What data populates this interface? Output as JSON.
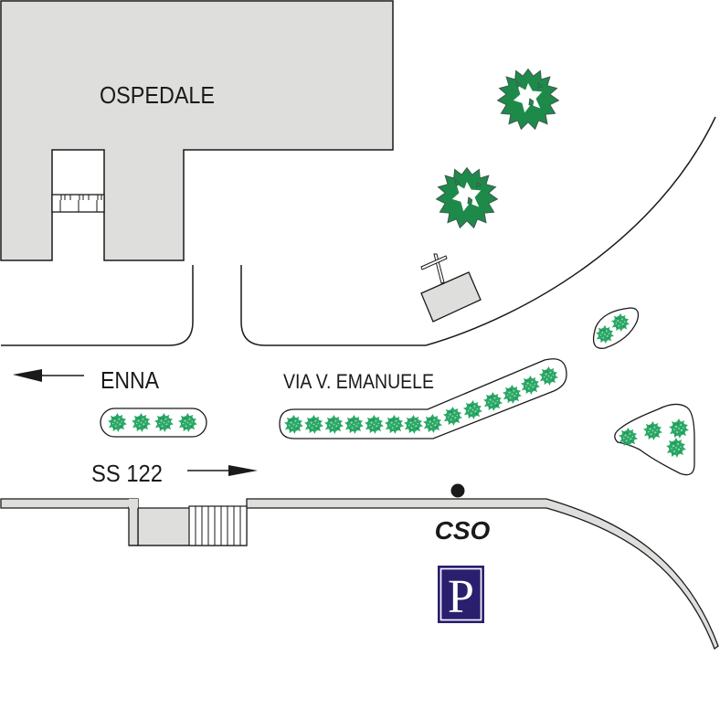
{
  "map": {
    "colors": {
      "building_fill": "#dededc",
      "outline": "#1a1a1a",
      "tree_dark": "#1e8a4a",
      "tree_edge": "#3b5e4e",
      "shrub": "#2aa866",
      "parking_bg": "#2a1f6e",
      "parking_fg": "#ffffff"
    },
    "labels": {
      "hospital": "OSPEDALE",
      "direction_left": "ENNA",
      "street_name": "VIA V. EMANUELE",
      "road_number": "SS 122",
      "point_label": "CSO",
      "parking_symbol": "P"
    },
    "features": [
      {
        "name": "hospital-building",
        "label": "OSPEDALE"
      },
      {
        "name": "church",
        "icon": "cross-icon"
      },
      {
        "name": "trees",
        "count": 2
      },
      {
        "name": "median-enna",
        "shrubs": 4
      },
      {
        "name": "median-via-emanuele",
        "shrubs": 14
      },
      {
        "name": "island-small",
        "shrubs": 2
      },
      {
        "name": "island-triangle",
        "shrubs": 4
      },
      {
        "name": "cso-marker",
        "label": "CSO"
      },
      {
        "name": "parking-sign",
        "label": "P"
      }
    ]
  }
}
